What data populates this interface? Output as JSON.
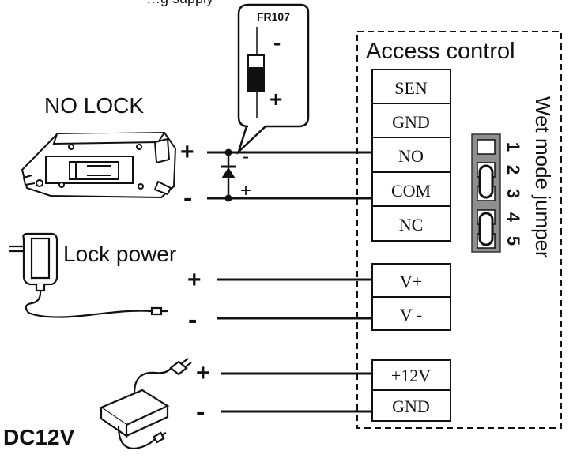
{
  "top_partial_text": "…g supply",
  "diode": {
    "part_number": "FR107",
    "minus": "-",
    "plus": "+"
  },
  "access_control": {
    "title": "Access control",
    "terminals": {
      "relay": [
        "SEN",
        "GND",
        "NO",
        "COM",
        "NC"
      ],
      "lock_power": [
        "V+",
        "V -"
      ],
      "supply": [
        "+12V",
        "GND"
      ]
    },
    "jumper": {
      "label": "Wet mode jumper",
      "pins": [
        "1",
        "2",
        "3",
        "4",
        "5"
      ]
    }
  },
  "no_lock": {
    "label": "NO LOCK",
    "plus": "+",
    "minus": "-"
  },
  "lock_power": {
    "label": "Lock power",
    "plus": "+",
    "minus": "-"
  },
  "dc12v": {
    "label": "DC12V",
    "plus": "+",
    "minus": "-"
  },
  "diode_leads": {
    "cathode": "-",
    "anode": "+"
  },
  "icons": {
    "lock": "electric-strike-lock-icon",
    "adapter": "wall-plug-adapter-icon",
    "psu": "desktop-power-supply-icon",
    "diode": "diode-icon"
  },
  "colors": {
    "line": "#111111",
    "jumper_bg": "#8f8f8f",
    "paper": "#ffffff"
  }
}
